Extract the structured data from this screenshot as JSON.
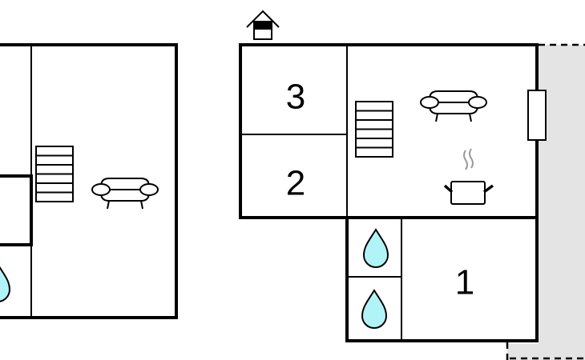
{
  "rooms": {
    "room_1": "1",
    "room_2": "2",
    "room_3": "3"
  },
  "icons": [
    "entrance-icon",
    "stairs-icon",
    "sofa-icon",
    "kitchen-pot-icon",
    "water-drop-icon",
    "window-icon"
  ],
  "colors": {
    "wall": "#000000",
    "water": "#b0f4f8",
    "outdoor": "#e4e4e4",
    "steam": "#9a9a9a"
  }
}
